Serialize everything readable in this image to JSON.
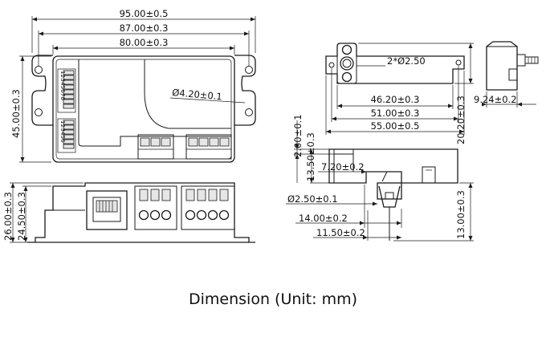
{
  "caption": "Dimension (Unit: mm)",
  "top_view": {
    "width_overall": "95.00±0.5",
    "width_mounting": "87.00±0.3",
    "width_body": "80.00±0.3",
    "height_body": "45.00±0.3",
    "hole_dia": "Ø4.20±0.1",
    "dip1_numbers": "12345678",
    "dip2_numbers": "123456"
  },
  "side_view": {
    "height_overall": "26.00±0.3",
    "height_body": "24.50±0.3"
  },
  "sensor_top": {
    "holes": "2*Ø2.50",
    "width_1": "46.20±0.3",
    "width_2": "51.00±0.3",
    "width_3": "55.00±0.5",
    "height": "20.20±0.3",
    "depth": "9.24±0.2"
  },
  "sensor_front": {
    "dim_2": "2.00±0.1",
    "dim_13_5": "13.50±0.3",
    "dim_7_2": "7.20±0.2",
    "pin_dia": "Ø2.50±0.1",
    "dim_14": "14.00±0.2",
    "dim_11_5": "11.50±0.2",
    "height_13": "13.00±0.3"
  }
}
